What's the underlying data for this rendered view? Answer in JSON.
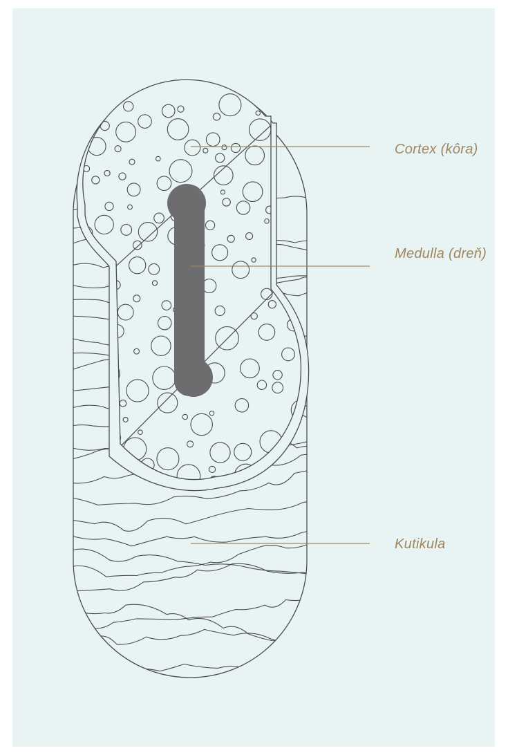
{
  "labels": {
    "cortex": "Cortex (kôra)",
    "medulla": "Medulla (dreň)",
    "kutikula": "Kutikula"
  },
  "colors": {
    "background": "#e8f4f3",
    "outline": "#4a4a4a",
    "medulla_fill": "#6d6d70",
    "leader_line": "#a08660",
    "label_text": "#a08660"
  }
}
